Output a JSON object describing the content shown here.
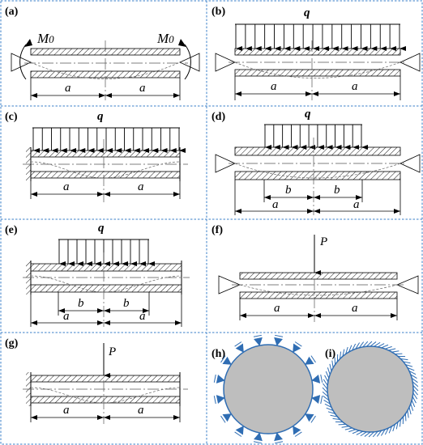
{
  "panels": [
    {
      "id": "a",
      "label": "(a)",
      "load": "M",
      "load_sub": "0",
      "dim_a": "a",
      "dim_a2": "a"
    },
    {
      "id": "b",
      "label": "(b)",
      "load": "q",
      "dim_a": "a",
      "dim_a2": "a"
    },
    {
      "id": "c",
      "label": "(c)",
      "load": "q",
      "dim_a": "a",
      "dim_a2": "a"
    },
    {
      "id": "d",
      "label": "(d)",
      "load": "q",
      "dim_b": "b",
      "dim_b2": "b",
      "dim_a": "a",
      "dim_a2": "a"
    },
    {
      "id": "e",
      "label": "(e)",
      "load": "q",
      "dim_b": "b",
      "dim_b2": "b",
      "dim_a": "a",
      "dim_a2": "a"
    },
    {
      "id": "f",
      "label": "(f)",
      "load": "P",
      "dim_a": "a",
      "dim_a2": "a"
    },
    {
      "id": "g",
      "label": "(g)",
      "load": "P",
      "dim_a": "a",
      "dim_a2": "a"
    },
    {
      "id": "h",
      "label": "(h)"
    },
    {
      "id": "i",
      "label": "(i)"
    }
  ],
  "colors": {
    "border": "#3a7fc8",
    "circle_fill": "#bebebe",
    "support_blue": "#2f6db3"
  }
}
